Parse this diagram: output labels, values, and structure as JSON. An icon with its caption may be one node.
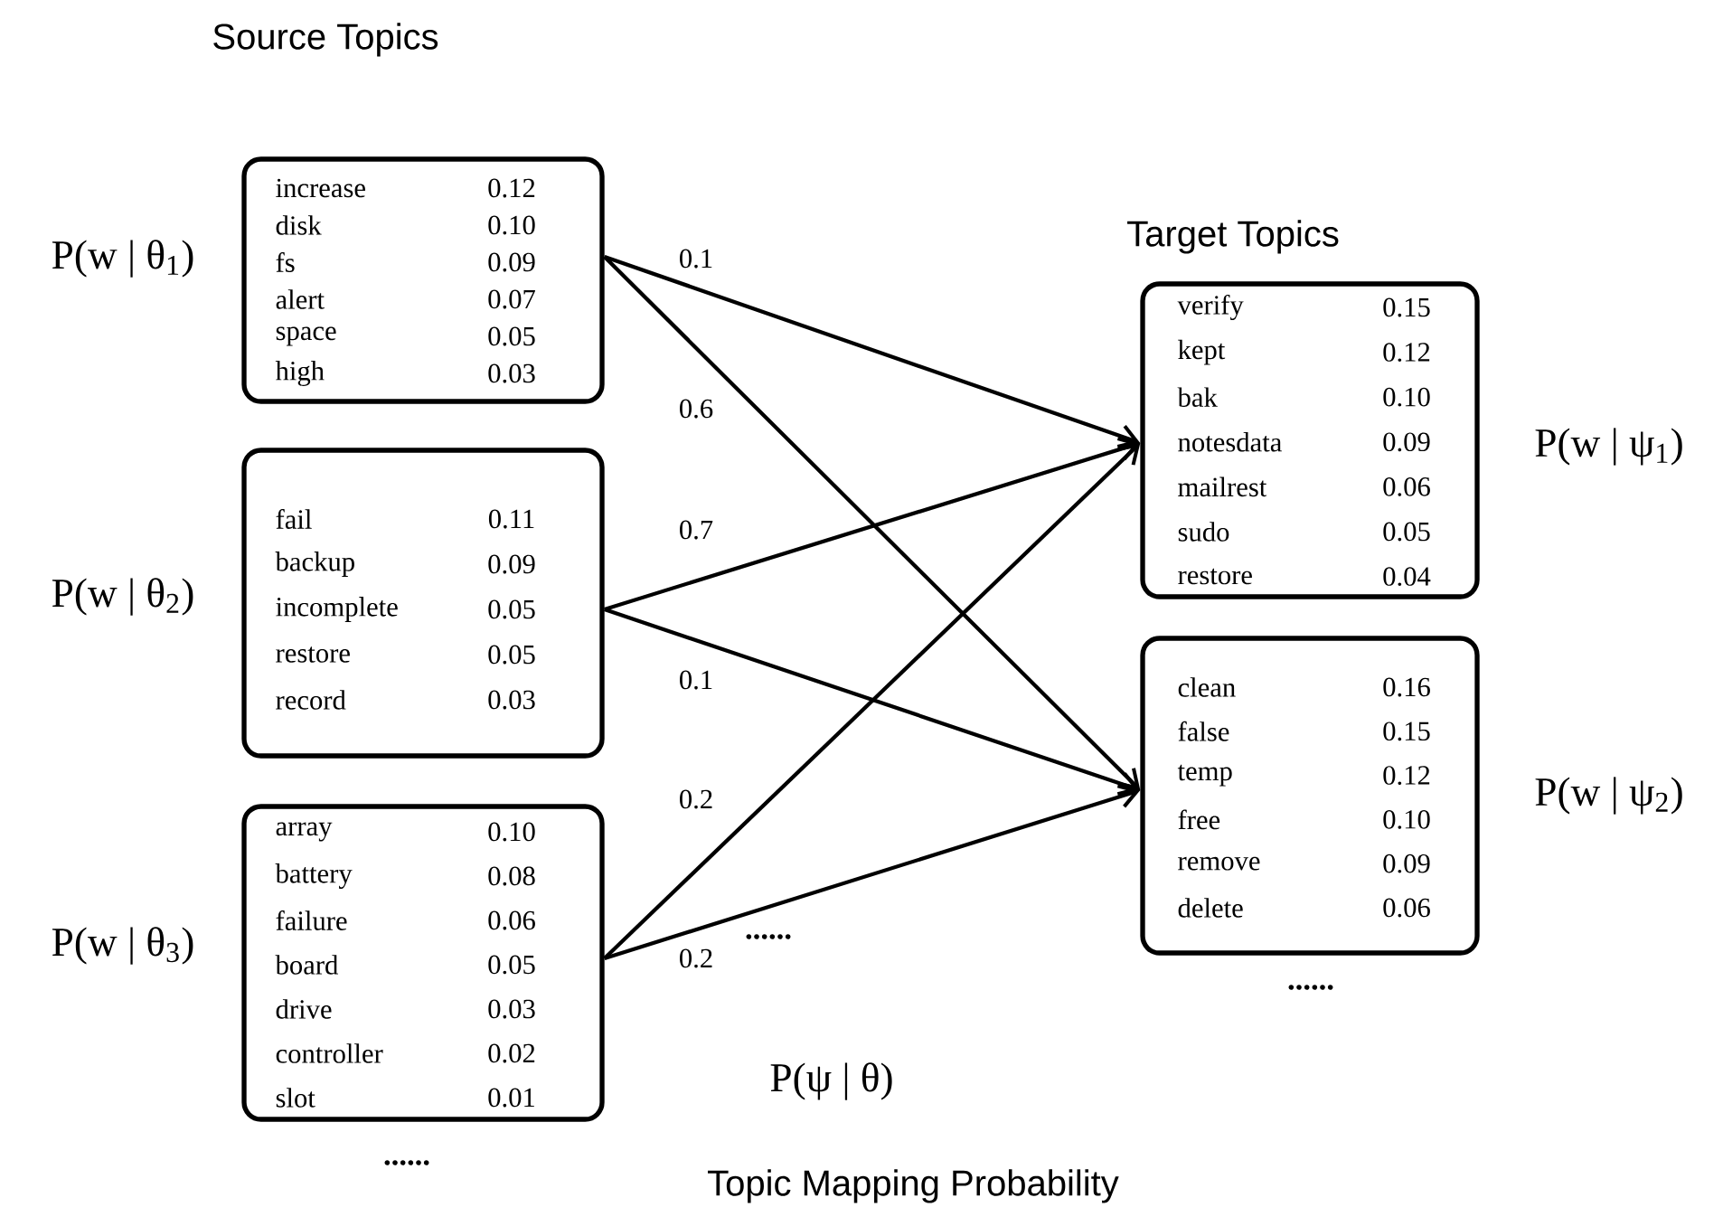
{
  "diagram": {
    "nodes": [
      {
        "text": [
          "increase",
          "0.12",
          "disk",
          "0.10",
          "fs",
          "0.09",
          "alert",
          "0.07",
          "space",
          "0.05",
          "high",
          "0.03"
        ],
        "beside": [
          "P(w | θ$_{1}$)"
        ]
      },
      {
        "text": [
          "fail",
          "0.11",
          "backup",
          "0.09",
          "incomplete",
          "0.05",
          "restore",
          "0.05",
          "record",
          "0.03"
        ],
        "beside": [
          "P(w | θ$_{2}$)"
        ]
      },
      {
        "text": [
          "array",
          "0.10",
          "battery",
          "0.08",
          "failure",
          "0.06",
          "board",
          "0.05",
          "drive",
          "0.03",
          "controller",
          "0.02",
          "slot",
          "0.01"
        ],
        "beside": [
          "P(w | θ$_{3}$)"
        ]
      },
      {
        "text": [
          "verify",
          "0.15",
          "kept",
          "0.12",
          "bak",
          "0.10",
          "notesdata",
          "0.09",
          "mailrest",
          "0.06",
          "sudo",
          "0.05",
          "restore",
          "0.04"
        ],
        "beside": [
          "P(w | ψ$_{1}$)"
        ]
      },
      {
        "text": [
          "clean",
          "0.16",
          "false",
          "0.15",
          "temp",
          "0.12",
          "free",
          "0.10",
          "remove",
          "0.09",
          "delete",
          "0.06"
        ],
        "beside": [
          "P(w | ψ$_{2}$)"
        ]
      }
    ],
    "edges": [
      {
        "from": 0,
        "to": 3,
        "arrow": "to",
        "label": "0.1"
      },
      {
        "from": 0,
        "to": 4,
        "arrow": "to",
        "label": "0.6"
      },
      {
        "from": 1,
        "to": 3,
        "arrow": "to",
        "label": "0.7"
      },
      {
        "from": 1,
        "to": 4,
        "arrow": "to",
        "label": "0.1"
      },
      {
        "from": 2,
        "to": 3,
        "arrow": "to",
        "label": "0.2"
      },
      {
        "from": 2,
        "to": 4,
        "arrow": "to",
        "label": "0.2"
      }
    ],
    "labels": [
      "Source Topics",
      "Target Topics",
      "......",
      "......",
      "P(ψ | θ)",
      "......",
      "Topic Mapping Probability"
    ]
  }
}
